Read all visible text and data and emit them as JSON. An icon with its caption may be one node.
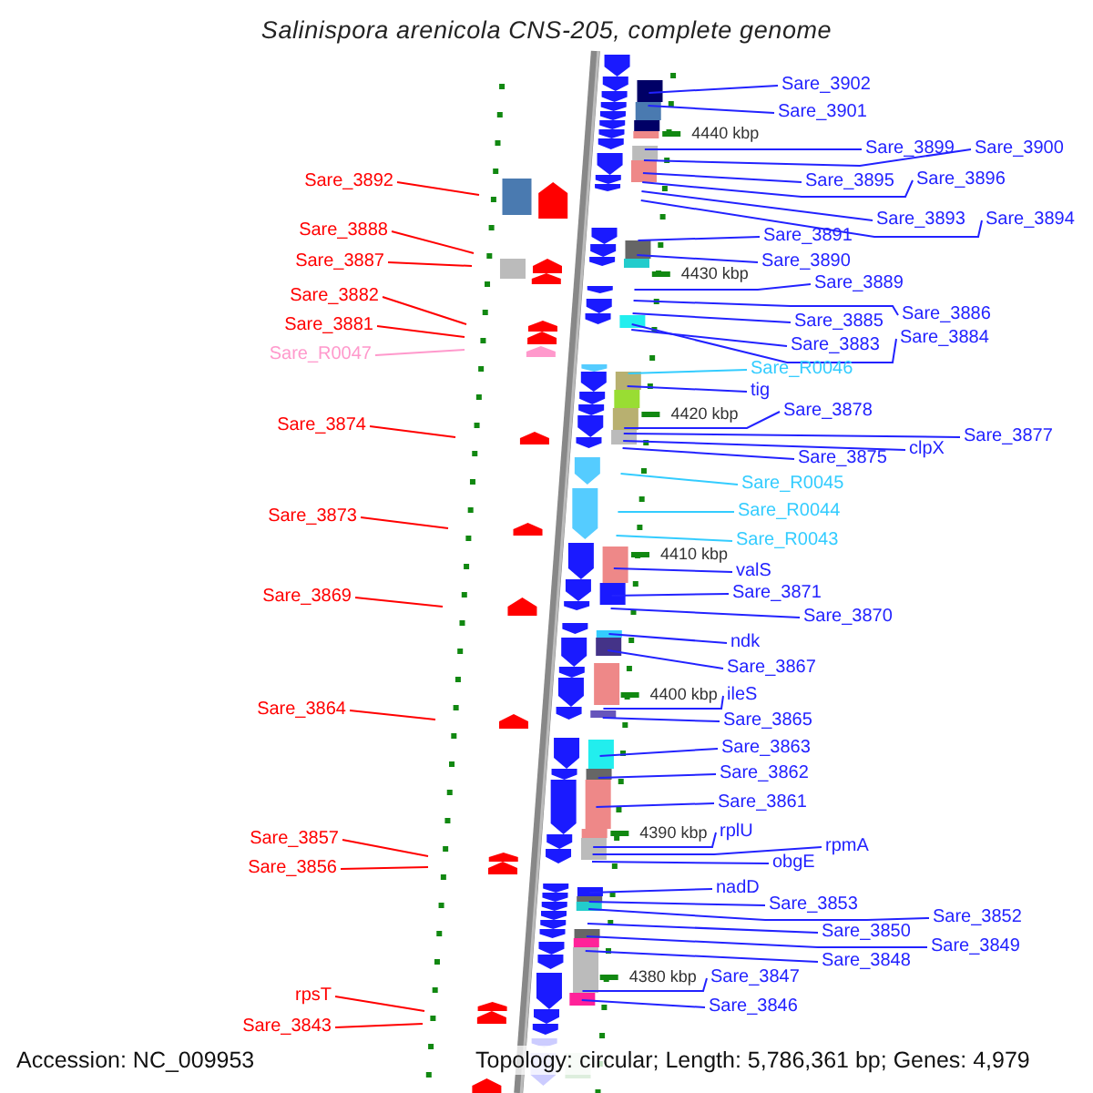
{
  "diagram": {
    "title": "Salinispora arenicola CNS-205, complete genome",
    "nodes": [
      {
        "text": [
          "Sare_3902"
        ]
      },
      {
        "text": [
          "Sare_3901"
        ]
      },
      {
        "text": [
          "Sare_3899"
        ]
      },
      {
        "text": [
          "Sare_3900"
        ]
      },
      {
        "text": [
          "Sare_3892"
        ]
      },
      {
        "text": [
          "Sare_3895"
        ]
      },
      {
        "text": [
          "Sare_3896"
        ]
      },
      {
        "text": [
          "Sare_3893"
        ]
      },
      {
        "text": [
          "Sare_3894"
        ]
      },
      {
        "text": [
          "Sare_3888"
        ]
      },
      {
        "text": [
          "Sare_3891"
        ]
      },
      {
        "text": [
          "Sare_3887"
        ]
      },
      {
        "text": [
          "Sare_3890"
        ]
      },
      {
        "text": [
          "Sare_3889"
        ]
      },
      {
        "text": [
          "Sare_3882"
        ]
      },
      {
        "text": [
          "Sare_3886"
        ]
      },
      {
        "text": [
          "Sare_3885"
        ]
      },
      {
        "text": [
          "Sare_3881"
        ]
      },
      {
        "text": [
          "Sare_3884"
        ]
      },
      {
        "text": [
          "Sare_3883"
        ]
      },
      {
        "text": [
          "Sare_R0047"
        ]
      },
      {
        "text": [
          "Sare_R0046"
        ]
      },
      {
        "text": [
          "tig"
        ]
      },
      {
        "text": [
          "Sare_3878"
        ]
      },
      {
        "text": [
          "Sare_3874"
        ]
      },
      {
        "text": [
          "Sare_3877"
        ]
      },
      {
        "text": [
          "clpX"
        ]
      },
      {
        "text": [
          "Sare_3875"
        ]
      },
      {
        "text": [
          "Sare_R0045"
        ]
      },
      {
        "text": [
          "Sare_R0044"
        ]
      },
      {
        "text": [
          "Sare_3873"
        ]
      },
      {
        "text": [
          "Sare_R0043"
        ]
      },
      {
        "text": [
          "valS"
        ]
      },
      {
        "text": [
          "Sare_3871"
        ]
      },
      {
        "text": [
          "Sare_3869"
        ]
      },
      {
        "text": [
          "Sare_3870"
        ]
      },
      {
        "text": [
          "ndk"
        ]
      },
      {
        "text": [
          "Sare_3867"
        ]
      },
      {
        "text": [
          "ileS"
        ]
      },
      {
        "text": [
          "Sare_3864"
        ]
      },
      {
        "text": [
          "Sare_3865"
        ]
      },
      {
        "text": [
          "Sare_3863"
        ]
      },
      {
        "text": [
          "Sare_3862"
        ]
      },
      {
        "text": [
          "Sare_3861"
        ]
      },
      {
        "text": [
          "rplU"
        ]
      },
      {
        "text": [
          "Sare_3857"
        ]
      },
      {
        "text": [
          "rpmA"
        ]
      },
      {
        "text": [
          "obgE"
        ]
      },
      {
        "text": [
          "Sare_3856"
        ]
      },
      {
        "text": [
          "nadD"
        ]
      },
      {
        "text": [
          "Sare_3853"
        ]
      },
      {
        "text": [
          "Sare_3852"
        ]
      },
      {
        "text": [
          "Sare_3850"
        ]
      },
      {
        "text": [
          "Sare_3849"
        ]
      },
      {
        "text": [
          "Sare_3848"
        ]
      },
      {
        "text": [
          "Sare_3847"
        ]
      },
      {
        "text": [
          "rpsT"
        ]
      },
      {
        "text": [
          "Sare_3846"
        ]
      },
      {
        "text": [
          "Sare_3843"
        ]
      }
    ],
    "edges": [
      {
        "from": 0,
        "to": null,
        "arrow": "none"
      },
      {
        "from": 1,
        "to": null,
        "arrow": "none"
      },
      {
        "from": 2,
        "to": null,
        "arrow": "none"
      },
      {
        "from": 3,
        "to": null,
        "arrow": "none"
      },
      {
        "from": 4,
        "to": null,
        "arrow": "none",
        "color": "#ff0000"
      },
      {
        "from": 5,
        "to": null,
        "arrow": "none"
      },
      {
        "from": 6,
        "to": null,
        "arrow": "none"
      },
      {
        "from": 7,
        "to": null,
        "arrow": "none"
      },
      {
        "from": 8,
        "to": null,
        "arrow": "none"
      },
      {
        "from": 9,
        "to": null,
        "arrow": "none",
        "color": "#ff0000"
      },
      {
        "from": 10,
        "to": null,
        "arrow": "none"
      },
      {
        "from": 11,
        "to": null,
        "arrow": "none",
        "color": "#ff0000"
      },
      {
        "from": 12,
        "to": null,
        "arrow": "none"
      },
      {
        "from": 13,
        "to": null,
        "arrow": "none"
      },
      {
        "from": 14,
        "to": null,
        "arrow": "none",
        "color": "#ff0000"
      },
      {
        "from": 15,
        "to": null,
        "arrow": "none"
      },
      {
        "from": 16,
        "to": null,
        "arrow": "none"
      },
      {
        "from": 17,
        "to": null,
        "arrow": "none",
        "color": "#ff0000"
      },
      {
        "from": 18,
        "to": null,
        "arrow": "none"
      },
      {
        "from": 19,
        "to": null,
        "arrow": "none"
      },
      {
        "from": 20,
        "to": null,
        "arrow": "none",
        "color": "#ff99cc"
      },
      {
        "from": 21,
        "to": null,
        "arrow": "none",
        "color": "#33ccff"
      },
      {
        "from": 22,
        "to": null,
        "arrow": "none"
      },
      {
        "from": 23,
        "to": null,
        "arrow": "none"
      },
      {
        "from": 24,
        "to": null,
        "arrow": "none",
        "color": "#ff0000"
      },
      {
        "from": 25,
        "to": null,
        "arrow": "none"
      },
      {
        "from": 26,
        "to": null,
        "arrow": "none"
      },
      {
        "from": 27,
        "to": null,
        "arrow": "none"
      },
      {
        "from": 28,
        "to": null,
        "arrow": "none",
        "color": "#33ccff"
      },
      {
        "from": 29,
        "to": null,
        "arrow": "none",
        "color": "#33ccff"
      },
      {
        "from": 30,
        "to": null,
        "arrow": "none",
        "color": "#ff0000"
      },
      {
        "from": 31,
        "to": null,
        "arrow": "none",
        "color": "#33ccff"
      },
      {
        "from": 32,
        "to": null,
        "arrow": "none"
      },
      {
        "from": 33,
        "to": null,
        "arrow": "none"
      },
      {
        "from": 34,
        "to": null,
        "arrow": "none",
        "color": "#ff0000"
      },
      {
        "from": 35,
        "to": null,
        "arrow": "none"
      },
      {
        "from": 36,
        "to": null,
        "arrow": "none"
      },
      {
        "from": 37,
        "to": null,
        "arrow": "none"
      },
      {
        "from": 38,
        "to": null,
        "arrow": "none"
      },
      {
        "from": 39,
        "to": null,
        "arrow": "none",
        "color": "#ff0000"
      },
      {
        "from": 40,
        "to": null,
        "arrow": "none"
      },
      {
        "from": 41,
        "to": null,
        "arrow": "none"
      },
      {
        "from": 42,
        "to": null,
        "arrow": "none"
      },
      {
        "from": 43,
        "to": null,
        "arrow": "none"
      },
      {
        "from": 44,
        "to": null,
        "arrow": "none"
      },
      {
        "from": 45,
        "to": null,
        "arrow": "none",
        "color": "#ff0000"
      },
      {
        "from": 46,
        "to": null,
        "arrow": "none"
      },
      {
        "from": 47,
        "to": null,
        "arrow": "none"
      },
      {
        "from": 48,
        "to": null,
        "arrow": "none",
        "color": "#ff0000"
      },
      {
        "from": 49,
        "to": null,
        "arrow": "none"
      },
      {
        "from": 50,
        "to": null,
        "arrow": "none"
      },
      {
        "from": 51,
        "to": null,
        "arrow": "none"
      },
      {
        "from": 52,
        "to": null,
        "arrow": "none"
      },
      {
        "from": 53,
        "to": null,
        "arrow": "none"
      },
      {
        "from": 54,
        "to": null,
        "arrow": "none"
      },
      {
        "from": 55,
        "to": null,
        "arrow": "none"
      },
      {
        "from": 56,
        "to": null,
        "arrow": "none",
        "color": "#ff0000"
      },
      {
        "from": 57,
        "to": null,
        "arrow": "none"
      },
      {
        "from": 58,
        "to": null,
        "arrow": "none",
        "color": "#ff0000"
      }
    ],
    "labels": [
      "4440 kbp",
      "4430 kbp",
      "4420 kbp",
      "4410 kbp",
      "4400 kbp",
      "4390 kbp",
      "4380 kbp",
      "Accession: NC_009953",
      "Topology: circular; Length: 5,786,361 bp; Genes: 4,979"
    ]
  }
}
